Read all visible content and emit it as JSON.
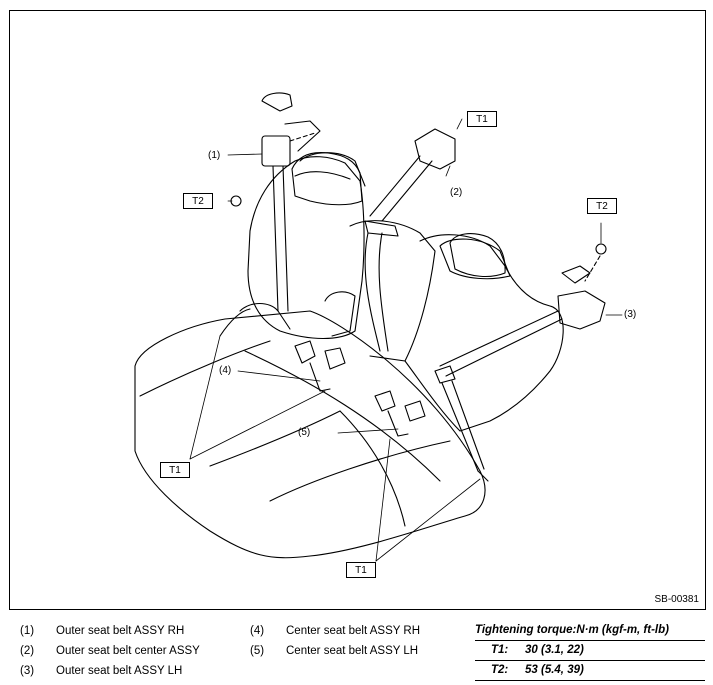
{
  "diagram": {
    "figure_id": "SB-00381",
    "callouts": {
      "c1": "(1)",
      "c2": "(2)",
      "c3": "(3)",
      "c4": "(4)",
      "c5": "(5)"
    },
    "torque_boxes": {
      "t1_top": "T1",
      "t2_left": "T2",
      "t2_right": "T2",
      "t1_bottom_left": "T1",
      "t1_bottom_mid": "T1"
    }
  },
  "legend": {
    "items": [
      {
        "num": "(1)",
        "label": "Outer seat belt ASSY RH"
      },
      {
        "num": "(2)",
        "label": "Outer seat belt center ASSY"
      },
      {
        "num": "(3)",
        "label": "Outer seat belt ASSY LH"
      },
      {
        "num": "(4)",
        "label": "Center seat belt ASSY RH"
      },
      {
        "num": "(5)",
        "label": "Center seat belt ASSY LH"
      }
    ]
  },
  "torque": {
    "title": "Tightening torque:N·m (kgf-m, ft-lb)",
    "t1_key": "T1:",
    "t1_value": "30 (3.1, 22)",
    "t2_key": "T2:",
    "t2_value": "53 (5.4, 39)"
  }
}
